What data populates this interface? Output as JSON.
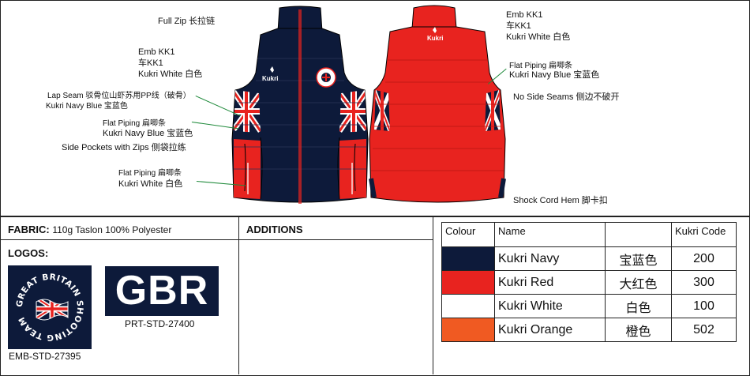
{
  "annotations": {
    "full_zip": "Full Zip   长拉链",
    "emb_front": [
      "Emb KK1",
      "车KK1",
      "Kukri White  白色"
    ],
    "lap_seam": [
      "Lap Seam    驳骨位山虾苏用PP线（破骨）",
      "Kukri Navy Blue  宝蓝色"
    ],
    "flat_piping_navy_front": [
      "Flat Piping    扁唧条",
      "Kukri Navy Blue  宝蓝色"
    ],
    "side_pockets": "Side Pockets with Zips  侧袋拉练",
    "flat_piping_white": [
      "Flat Piping    扁唧条",
      "Kukri White  白色"
    ],
    "emb_back": [
      "Emb KK1",
      "车KK1",
      "Kukri White  白色"
    ],
    "flat_piping_navy_back": [
      "Flat Piping    扁唧条",
      "Kukri Navy Blue  宝蓝色"
    ],
    "no_side_seams": "No Side Seams   侧边不破开",
    "shock_cord": "Shock Cord Hem   脚卡扣"
  },
  "brand_text": "Kukri",
  "fabric": {
    "label": "FABRIC:",
    "value": "110g Taslon 100% Polyester"
  },
  "logos": {
    "label": "LOGOS:",
    "gbst_text": "GREAT BRITAIN SHOOTING TEAM",
    "gbst_code": "EMB-STD-27395",
    "gbr_text": "GBR",
    "gbr_code": "PRT-STD-27400"
  },
  "additions": {
    "label": "ADDITIONS"
  },
  "colour_table": {
    "headers": [
      "Colour",
      "Name",
      "",
      "Kukri Code"
    ],
    "rows": [
      {
        "swatch": "#0d1a3a",
        "name": "Kukri Navy",
        "cn": "宝蓝色",
        "code": "200"
      },
      {
        "swatch": "#e8231f",
        "name": "Kukri Red",
        "cn": "大红色",
        "code": "300"
      },
      {
        "swatch": "#ffffff",
        "name": "Kukri White",
        "cn": "白色",
        "code": "100"
      },
      {
        "swatch": "#f05a22",
        "name": "Kukri Orange",
        "cn": "橙色",
        "code": "502"
      }
    ]
  }
}
